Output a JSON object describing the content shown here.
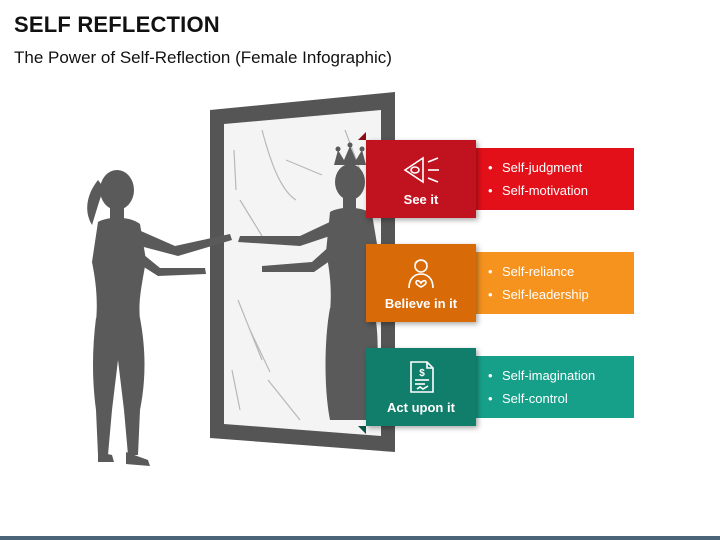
{
  "title": "SELF REFLECTION",
  "subtitle": "The Power of Self-Reflection (Female Infographic)",
  "colors": {
    "silhouette": "#5a5a5a",
    "mirror_frame": "#555555",
    "bottom_bar": "#4b6478"
  },
  "steps": [
    {
      "label": "See it",
      "icon": "megaphone-eye-icon",
      "tab_color": "#c1121f",
      "panel_color": "#e3101a",
      "items": [
        "Self-judgment",
        "Self-motivation"
      ]
    },
    {
      "label": "Believe in it",
      "icon": "person-heart-icon",
      "tab_color": "#d86a07",
      "panel_color": "#f6921e",
      "items": [
        "Self-reliance",
        "Self-leadership"
      ]
    },
    {
      "label": "Act upon it",
      "icon": "document-dollar-icon",
      "tab_color": "#117e6b",
      "panel_color": "#16a08a",
      "items": [
        "Self-imagination",
        "Self-control"
      ]
    }
  ]
}
